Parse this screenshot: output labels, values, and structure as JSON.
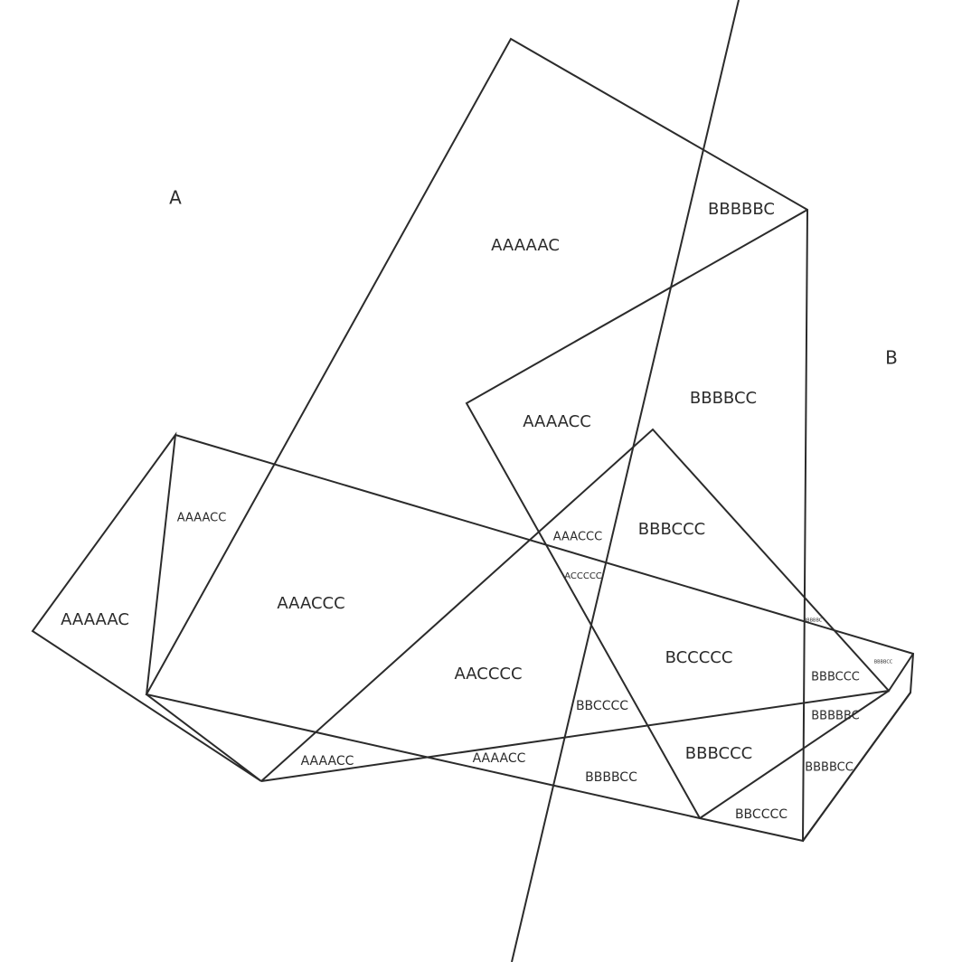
{
  "diagram": {
    "side_labels": {
      "a": "A",
      "b": "B"
    },
    "regions": [
      "AAAAAC",
      "BBBBBC",
      "BBBBCC",
      "AAAACC",
      "AAAACC",
      "BBBCCC",
      "AAACCC",
      "ACCCCC",
      "AAACCC",
      "AAAAAC",
      "AACCCC",
      "BCCCCC",
      "BBBCCC",
      "BBCCCC",
      "BBBBBC",
      "AAAACC",
      "AAAACC",
      "BBBBCC",
      "BBBCCC",
      "BBBBCC",
      "BBCCCC",
      "BBBBBC",
      "BBBBCC"
    ]
  }
}
